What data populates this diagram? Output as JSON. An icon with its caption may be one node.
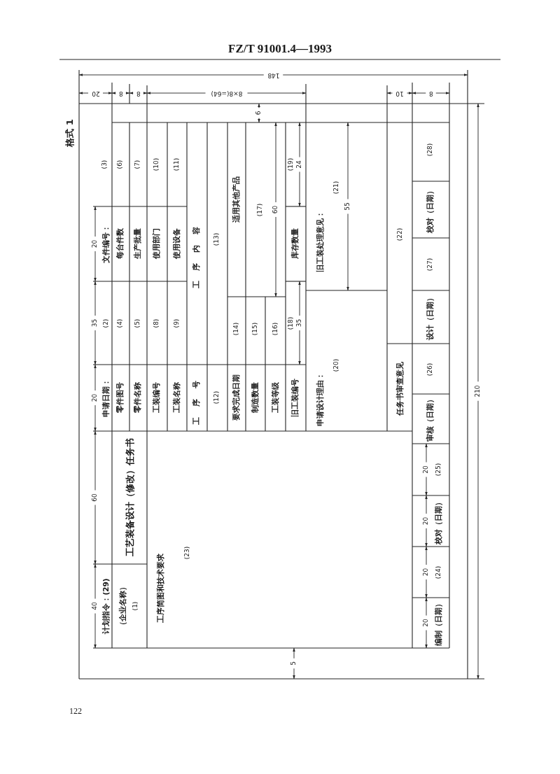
{
  "diagram": {
    "labels": [
      "FZ/T 91001.4—1993",
      "格式 1",
      "148",
      "20",
      "8",
      "8",
      "8×8(=64)",
      "10",
      "8",
      "6",
      "(3)",
      "20",
      "文件编号：",
      "35",
      "(2)",
      "20",
      "申请日期：",
      "60",
      "40",
      "计划指令：(29)",
      "(6)",
      "每台件数",
      "(4)",
      "零件图号",
      "(7)",
      "生产批量",
      "(5)",
      "零件名称",
      "(10)",
      "使用部门",
      "(8)",
      "工装编号",
      "(11)",
      "使用设备",
      "(9)",
      "工装名称",
      "工序内容",
      "工序号",
      "(13)",
      "(12)",
      "适用其他产品",
      "(17)",
      "60",
      "(14)",
      "(15)",
      "(16)",
      "要求完成日期",
      "制造数量",
      "工装等级",
      "(19)",
      "24",
      "库存数量",
      "(18)",
      "35",
      "旧工装编号",
      "旧工装处理意见：",
      "(21)",
      "55",
      "申请设计理由：",
      "(20)",
      "(22)",
      "任务书审查意见",
      "(28)",
      "校对（日期）",
      "(27)",
      "设计（日期）",
      "(26)",
      "审核（日期）",
      "20",
      "(25)",
      "20",
      "校对（日期）",
      "20",
      "(24)",
      "20",
      "编制（日期）",
      "工艺装备设计（修改）任务书",
      "（企业名称）",
      "(1)",
      "工序简图和技术要求",
      "(23)",
      "5",
      "210",
      "122"
    ]
  }
}
